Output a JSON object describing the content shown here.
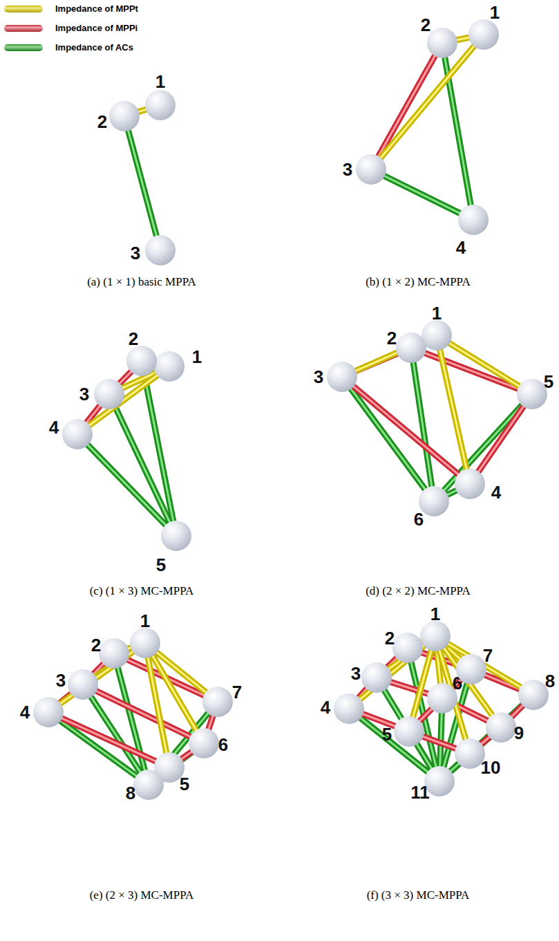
{
  "diagram": {
    "nodes": [
      {
        "text": [
          "1"
        ]
      },
      {
        "text": [
          "2"
        ]
      },
      {
        "text": [
          "3"
        ]
      },
      {
        "text": [
          "1"
        ]
      },
      {
        "text": [
          "2"
        ]
      },
      {
        "text": [
          "3"
        ]
      },
      {
        "text": [
          "4"
        ]
      },
      {
        "text": [
          "1"
        ]
      },
      {
        "text": [
          "2"
        ]
      },
      {
        "text": [
          "3"
        ]
      },
      {
        "text": [
          "4"
        ]
      },
      {
        "text": [
          "5"
        ]
      },
      {
        "text": [
          "1"
        ]
      },
      {
        "text": [
          "2"
        ]
      },
      {
        "text": [
          "3"
        ]
      },
      {
        "text": [
          "4"
        ]
      },
      {
        "text": [
          "5"
        ]
      },
      {
        "text": [
          "6"
        ]
      },
      {
        "text": [
          "1"
        ]
      },
      {
        "text": [
          "2"
        ]
      },
      {
        "text": [
          "3"
        ]
      },
      {
        "text": [
          "4"
        ]
      },
      {
        "text": [
          "5"
        ]
      },
      {
        "text": [
          "6"
        ]
      },
      {
        "text": [
          "7"
        ]
      },
      {
        "text": [
          "8"
        ]
      },
      {
        "text": [
          "1"
        ]
      },
      {
        "text": [
          "2"
        ]
      },
      {
        "text": [
          "3"
        ]
      },
      {
        "text": [
          "4"
        ]
      },
      {
        "text": [
          "5"
        ]
      },
      {
        "text": [
          "6"
        ]
      },
      {
        "text": [
          "7"
        ]
      },
      {
        "text": [
          "8"
        ]
      },
      {
        "text": [
          "9"
        ]
      },
      {
        "text": [
          "10"
        ]
      },
      {
        "text": [
          "11"
        ]
      }
    ],
    "edges": [
      {
        "from": 0,
        "to": 1,
        "arrow": "none"
      },
      {
        "from": 1,
        "to": 2,
        "arrow": "none"
      },
      {
        "from": 3,
        "to": 4,
        "arrow": "none"
      },
      {
        "from": 3,
        "to": 5,
        "arrow": "none"
      },
      {
        "from": 4,
        "to": 5,
        "arrow": "none"
      },
      {
        "from": 4,
        "to": 6,
        "arrow": "none"
      },
      {
        "from": 5,
        "to": 6,
        "arrow": "none"
      },
      {
        "from": 7,
        "to": 8,
        "arrow": "none"
      },
      {
        "from": 7,
        "to": 9,
        "arrow": "none"
      },
      {
        "from": 7,
        "to": 10,
        "arrow": "none"
      },
      {
        "from": 8,
        "to": 9,
        "arrow": "none"
      },
      {
        "from": 9,
        "to": 10,
        "arrow": "none"
      },
      {
        "from": 8,
        "to": 11,
        "arrow": "none"
      },
      {
        "from": 9,
        "to": 11,
        "arrow": "none"
      },
      {
        "from": 10,
        "to": 11,
        "arrow": "none"
      },
      {
        "from": 12,
        "to": 13,
        "arrow": "none"
      },
      {
        "from": 12,
        "to": 14,
        "arrow": "none"
      },
      {
        "from": 12,
        "to": 15,
        "arrow": "none"
      },
      {
        "from": 12,
        "to": 16,
        "arrow": "none"
      },
      {
        "from": 13,
        "to": 14,
        "arrow": "none"
      },
      {
        "from": 14,
        "to": 15,
        "arrow": "none"
      },
      {
        "from": 15,
        "to": 16,
        "arrow": "none"
      },
      {
        "from": 16,
        "to": 13,
        "arrow": "none"
      },
      {
        "from": 13,
        "to": 17,
        "arrow": "none"
      },
      {
        "from": 14,
        "to": 17,
        "arrow": "none"
      },
      {
        "from": 15,
        "to": 17,
        "arrow": "none"
      },
      {
        "from": 16,
        "to": 17,
        "arrow": "none"
      },
      {
        "from": 18,
        "to": 19,
        "arrow": "none"
      },
      {
        "from": 18,
        "to": 20,
        "arrow": "none"
      },
      {
        "from": 18,
        "to": 21,
        "arrow": "none"
      },
      {
        "from": 18,
        "to": 22,
        "arrow": "none"
      },
      {
        "from": 18,
        "to": 23,
        "arrow": "none"
      },
      {
        "from": 18,
        "to": 24,
        "arrow": "none"
      },
      {
        "from": 19,
        "to": 20,
        "arrow": "none"
      },
      {
        "from": 20,
        "to": 21,
        "arrow": "none"
      },
      {
        "from": 24,
        "to": 23,
        "arrow": "none"
      },
      {
        "from": 23,
        "to": 22,
        "arrow": "none"
      },
      {
        "from": 19,
        "to": 24,
        "arrow": "none"
      },
      {
        "from": 20,
        "to": 23,
        "arrow": "none"
      },
      {
        "from": 21,
        "to": 22,
        "arrow": "none"
      },
      {
        "from": 19,
        "to": 25,
        "arrow": "none"
      },
      {
        "from": 20,
        "to": 25,
        "arrow": "none"
      },
      {
        "from": 21,
        "to": 25,
        "arrow": "none"
      },
      {
        "from": 22,
        "to": 25,
        "arrow": "none"
      },
      {
        "from": 23,
        "to": 25,
        "arrow": "none"
      },
      {
        "from": 24,
        "to": 25,
        "arrow": "none"
      },
      {
        "from": 26,
        "to": 27,
        "arrow": "none"
      },
      {
        "from": 26,
        "to": 28,
        "arrow": "none"
      },
      {
        "from": 26,
        "to": 29,
        "arrow": "none"
      },
      {
        "from": 26,
        "to": 30,
        "arrow": "none"
      },
      {
        "from": 26,
        "to": 31,
        "arrow": "none"
      },
      {
        "from": 26,
        "to": 32,
        "arrow": "none"
      },
      {
        "from": 26,
        "to": 33,
        "arrow": "none"
      },
      {
        "from": 26,
        "to": 34,
        "arrow": "none"
      },
      {
        "from": 26,
        "to": 35,
        "arrow": "none"
      },
      {
        "from": 27,
        "to": 28,
        "arrow": "none"
      },
      {
        "from": 28,
        "to": 29,
        "arrow": "none"
      },
      {
        "from": 32,
        "to": 31,
        "arrow": "none"
      },
      {
        "from": 31,
        "to": 30,
        "arrow": "none"
      },
      {
        "from": 33,
        "to": 34,
        "arrow": "none"
      },
      {
        "from": 34,
        "to": 35,
        "arrow": "none"
      },
      {
        "from": 27,
        "to": 32,
        "arrow": "none"
      },
      {
        "from": 32,
        "to": 33,
        "arrow": "none"
      },
      {
        "from": 28,
        "to": 31,
        "arrow": "none"
      },
      {
        "from": 31,
        "to": 34,
        "arrow": "none"
      },
      {
        "from": 29,
        "to": 30,
        "arrow": "none"
      },
      {
        "from": 30,
        "to": 35,
        "arrow": "none"
      },
      {
        "from": 27,
        "to": 36,
        "arrow": "none"
      },
      {
        "from": 28,
        "to": 36,
        "arrow": "none"
      },
      {
        "from": 29,
        "to": 36,
        "arrow": "none"
      },
      {
        "from": 30,
        "to": 36,
        "arrow": "none"
      },
      {
        "from": 31,
        "to": 36,
        "arrow": "none"
      },
      {
        "from": 32,
        "to": 36,
        "arrow": "none"
      },
      {
        "from": 33,
        "to": 36,
        "arrow": "none"
      },
      {
        "from": 34,
        "to": 36,
        "arrow": "none"
      },
      {
        "from": 35,
        "to": 36,
        "arrow": "none"
      }
    ],
    "labels": [
      "(a) (1 × 1) basic MPPA",
      "(b) (1 × 2) MC-MPPA",
      "(c) (1 × 3) MC-MPPA",
      "(d) (2 × 2) MC-MPPA",
      "(e) (2 × 3) MC-MPPA",
      "(f) (3 × 3) MC-MPPA"
    ],
    "legend": [
      {
        "text": "Impedance of MPPt",
        "color": "#e6d600"
      },
      {
        "text": "Impedance of MPPi",
        "color": "#e0303f"
      },
      {
        "text": "Impedance of ACs",
        "color": "#22a822"
      }
    ]
  }
}
